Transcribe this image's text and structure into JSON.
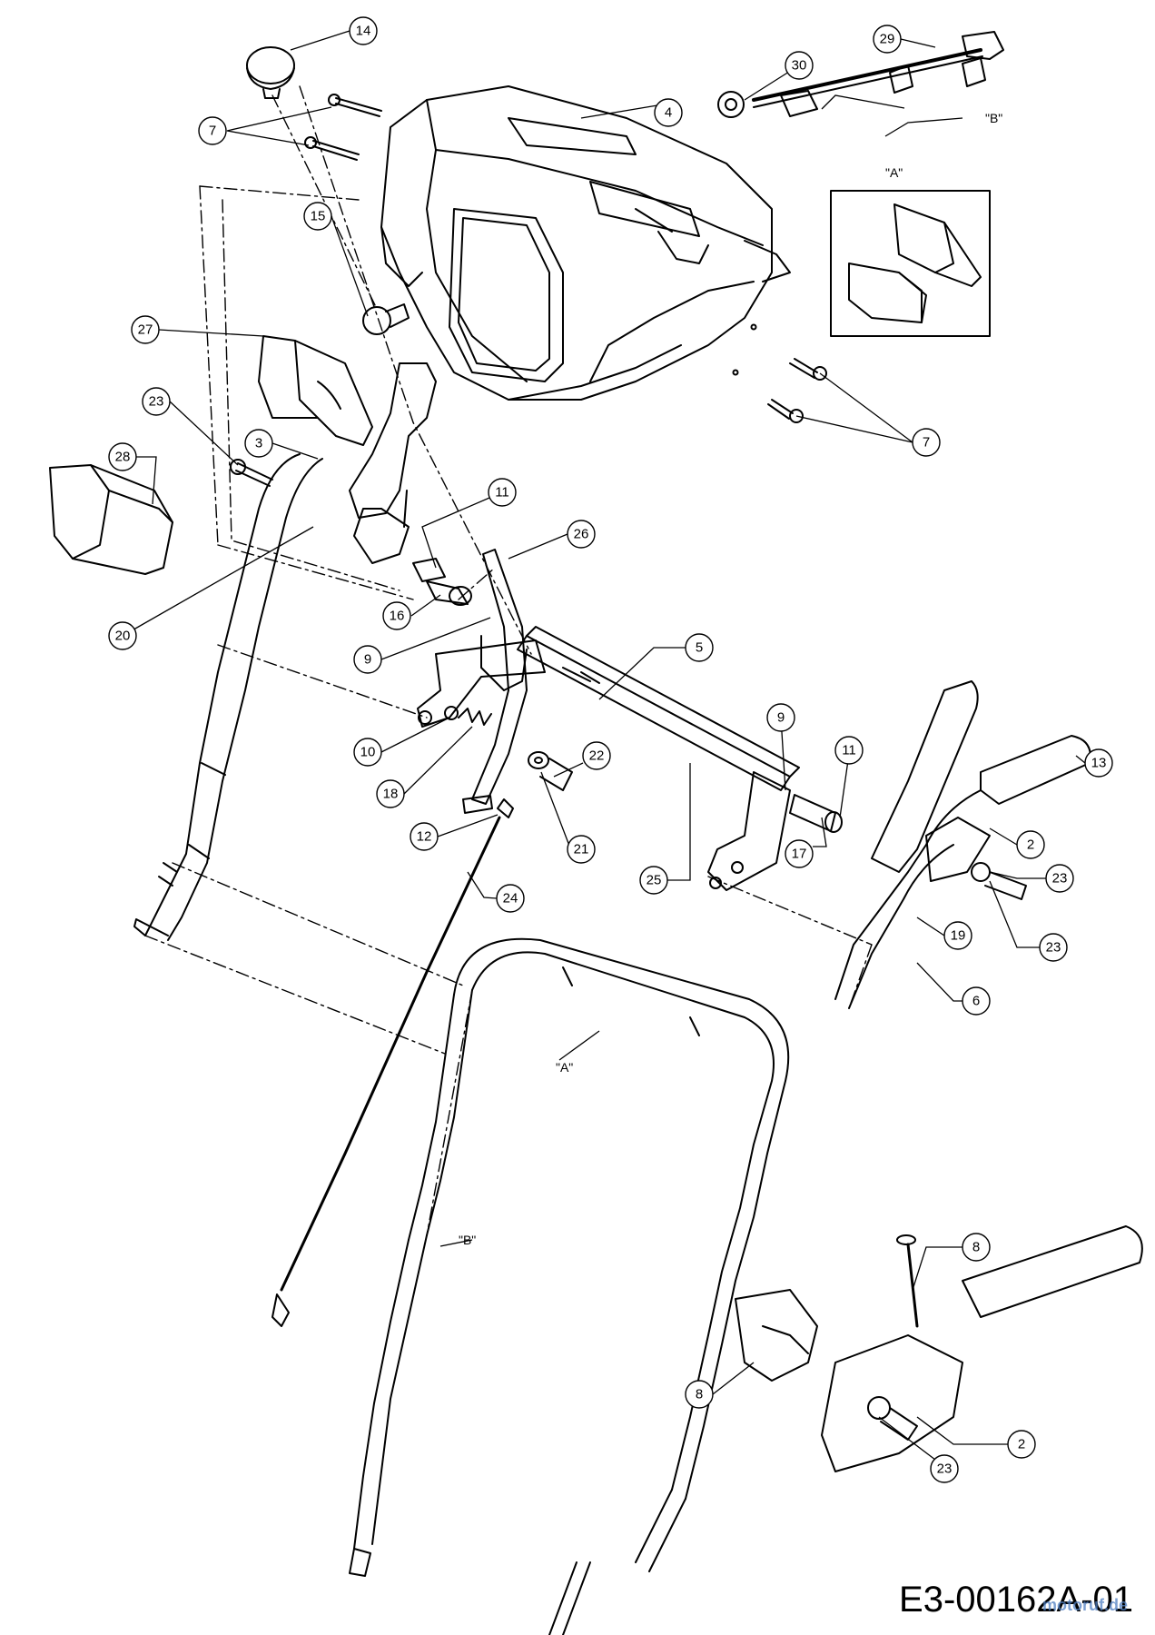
{
  "diagram": {
    "drawing_code": "E3-00162A-01",
    "watermark": "motoruf.de",
    "callouts": [
      {
        "id": "c14",
        "label": "14"
      },
      {
        "id": "c7a",
        "label": "7"
      },
      {
        "id": "c15",
        "label": "15"
      },
      {
        "id": "c27",
        "label": "27"
      },
      {
        "id": "c23a",
        "label": "23"
      },
      {
        "id": "c28",
        "label": "28"
      },
      {
        "id": "c3",
        "label": "3"
      },
      {
        "id": "c20",
        "label": "20"
      },
      {
        "id": "c11a",
        "label": "11"
      },
      {
        "id": "c16",
        "label": "16"
      },
      {
        "id": "c9a",
        "label": "9"
      },
      {
        "id": "c10",
        "label": "10"
      },
      {
        "id": "c18",
        "label": "18"
      },
      {
        "id": "c12",
        "label": "12"
      },
      {
        "id": "c29",
        "label": "29"
      },
      {
        "id": "c30",
        "label": "30"
      },
      {
        "id": "c4",
        "label": "4"
      },
      {
        "id": "c7b",
        "label": "7"
      },
      {
        "id": "c26",
        "label": "26"
      },
      {
        "id": "c5",
        "label": "5"
      },
      {
        "id": "c22",
        "label": "22"
      },
      {
        "id": "c21",
        "label": "21"
      },
      {
        "id": "c24",
        "label": "24"
      },
      {
        "id": "c25",
        "label": "25"
      },
      {
        "id": "c9b",
        "label": "9"
      },
      {
        "id": "c11b",
        "label": "11"
      },
      {
        "id": "c17",
        "label": "17"
      },
      {
        "id": "c13",
        "label": "13"
      },
      {
        "id": "c2a",
        "label": "2"
      },
      {
        "id": "c23b",
        "label": "23"
      },
      {
        "id": "c23c",
        "label": "23"
      },
      {
        "id": "c19",
        "label": "19"
      },
      {
        "id": "c6",
        "label": "6"
      },
      {
        "id": "c8a",
        "label": "8"
      },
      {
        "id": "c8b",
        "label": "8"
      },
      {
        "id": "c2b",
        "label": "2"
      },
      {
        "id": "c23d",
        "label": "23"
      }
    ],
    "text_labels": {
      "A_top": "\"A\"",
      "B_top": "\"B\"",
      "A_handle": "\"A\"",
      "B_handle": "\"B\""
    }
  }
}
